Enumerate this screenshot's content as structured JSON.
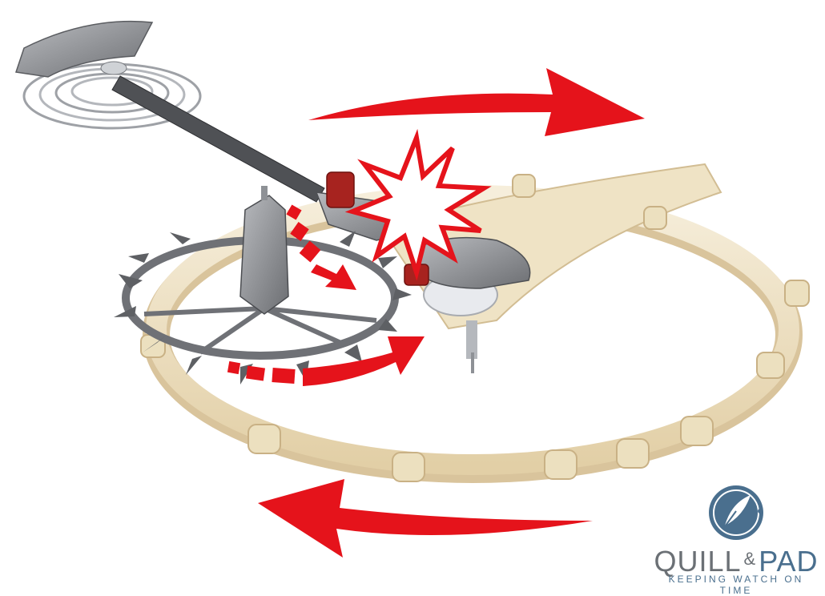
{
  "colors": {
    "arrow_red": "#e5131b",
    "rim_cream": "#efe3c5",
    "rim_edge": "#d8c39a",
    "steel": "#8a8c90",
    "steel_dark": "#55575b",
    "ruby": "#a7231f",
    "logo_blue": "#4a6f8e"
  },
  "icons": {
    "logo_mark": "quill-feather-in-circle-icon",
    "impact": "explosion-burst-icon",
    "motion_arrows": "curved-arrow-icon"
  },
  "logo": {
    "name_left": "QUILL",
    "ampersand": "&",
    "name_right": "PAD",
    "tagline": "KEEPING WATCH ON TIME"
  }
}
